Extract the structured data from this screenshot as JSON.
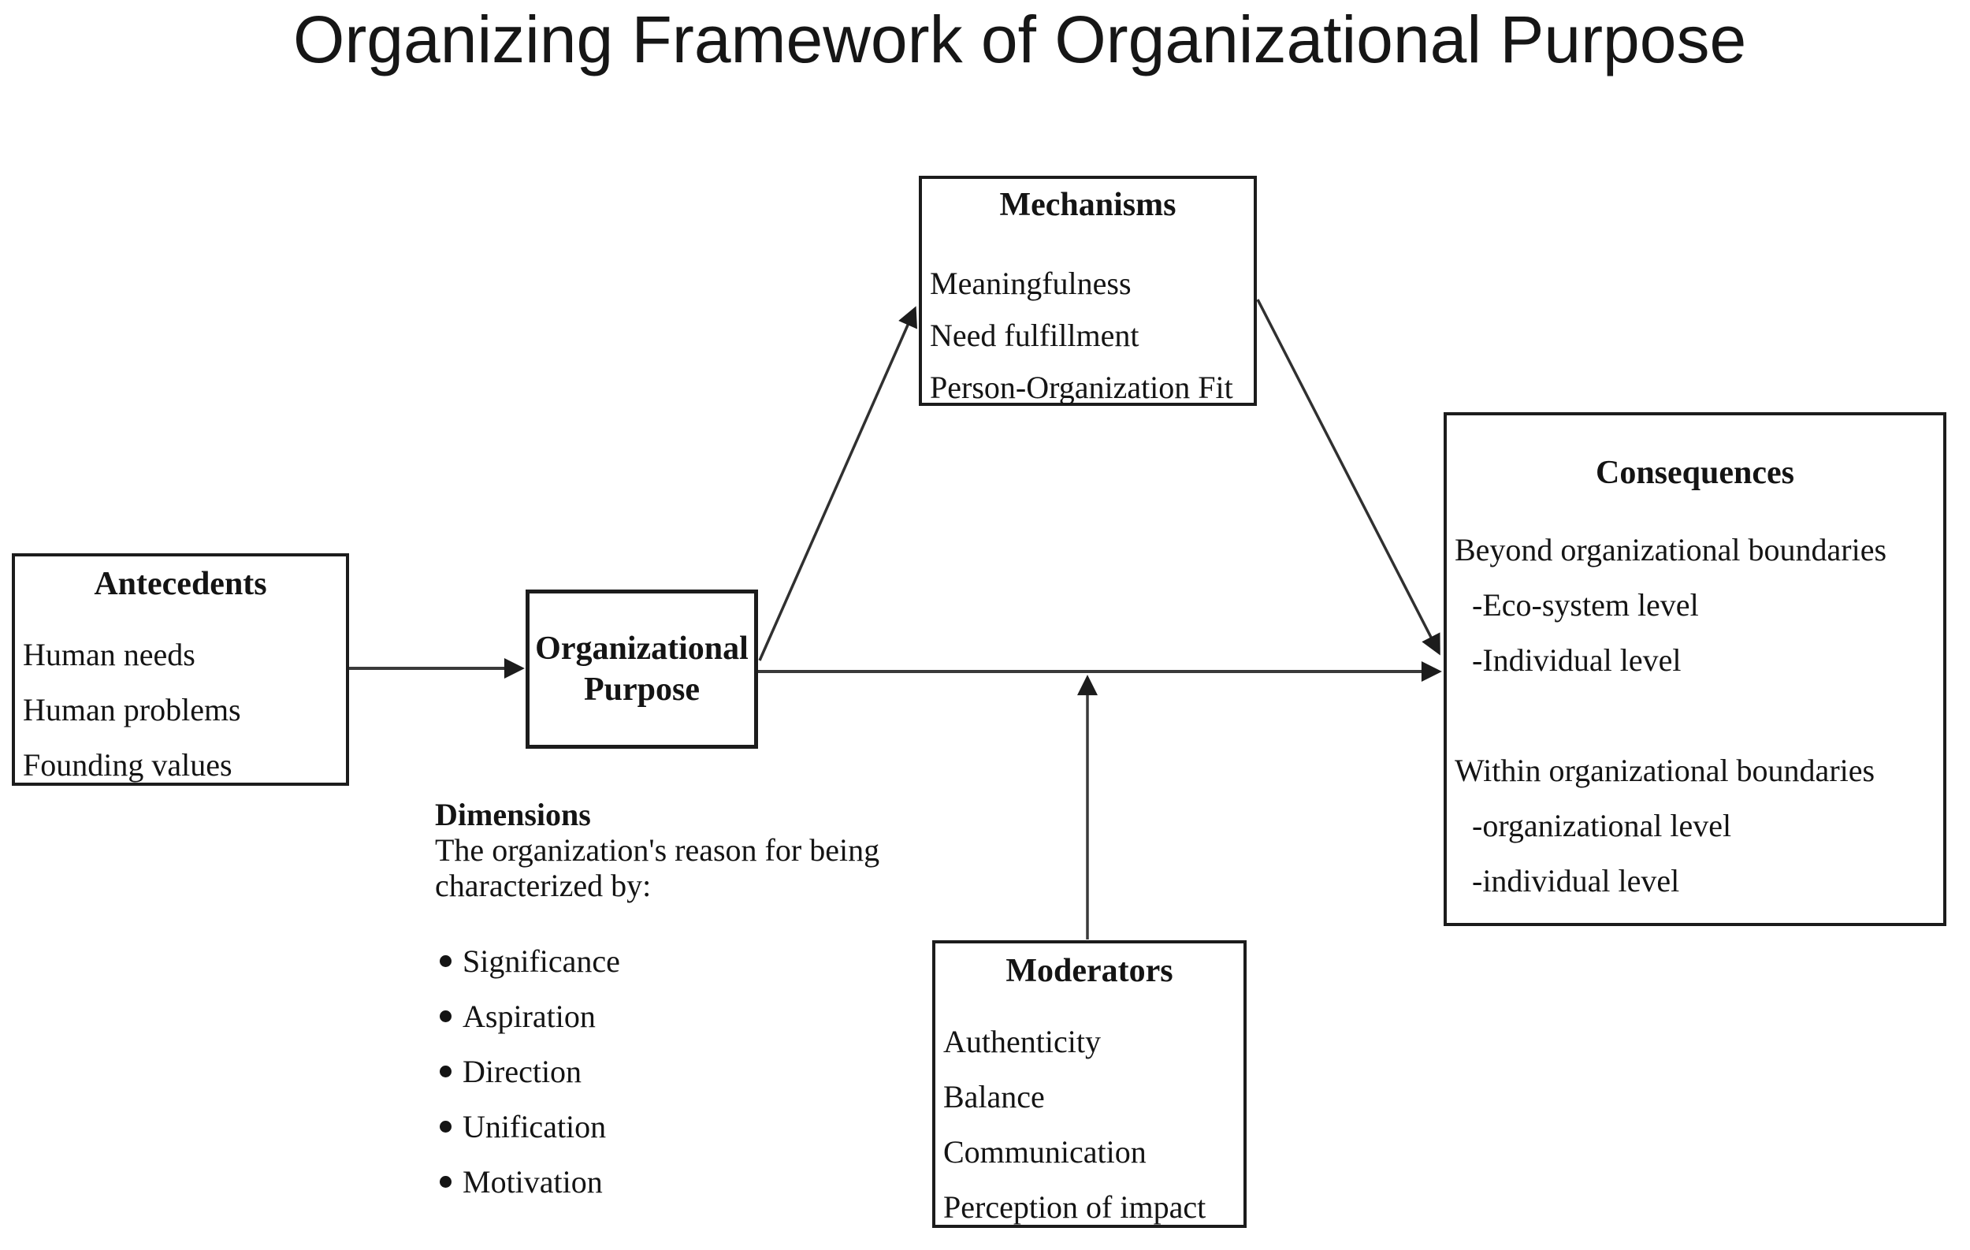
{
  "title": "Organizing Framework of Organizational Purpose",
  "colors": {
    "background": "#ffffff",
    "text": "#141414",
    "box_border": "#1c1c1c",
    "arrow_line": "#3a3a3a",
    "arrow_head": "#1c1c1c"
  },
  "boxes": {
    "antecedents": {
      "title": "Antecedents",
      "items": [
        "Human needs",
        "Human problems",
        "Founding values"
      ]
    },
    "organizational_purpose": {
      "title": "Organizational Purpose"
    },
    "mechanisms": {
      "title": "Mechanisms",
      "items": [
        "Meaningfulness",
        "Need fulfillment",
        "Person-Organization Fit"
      ]
    },
    "moderators": {
      "title": "Moderators",
      "items": [
        "Authenticity",
        "Balance",
        "Communication",
        "Perception of impact"
      ]
    },
    "consequences": {
      "title": "Consequences",
      "groups": [
        {
          "heading": "Beyond organizational boundaries",
          "items": [
            "-Eco-system level",
            "-Individual level"
          ]
        },
        {
          "heading": "Within organizational boundaries",
          "items": [
            "-organizational level",
            "-individual level"
          ]
        }
      ]
    }
  },
  "dimensions_note": {
    "title": "Dimensions",
    "line1": "The organization's reason for being",
    "line2": "characterized by:",
    "bullets": [
      "Significance",
      "Aspiration",
      "Direction",
      "Unification",
      "Motivation"
    ]
  },
  "relationships": [
    "Antecedents -> Organizational Purpose",
    "Organizational Purpose -> Mechanisms",
    "Organizational Purpose -> Consequences",
    "Mechanisms -> Consequences",
    "Moderators -> (Organizational Purpose -> Consequences)"
  ]
}
